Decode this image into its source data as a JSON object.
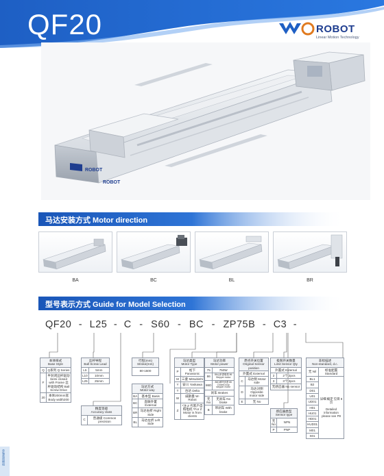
{
  "header": {
    "model": "QF20",
    "brand": "ROBOT",
    "brand_tagline": "Linear Motion Technology",
    "accent_color": "#1e64c8"
  },
  "sections": {
    "motor_direction": "马达安装方式  Motor direction",
    "model_guide": "型号表示方式  Guide for Model Selection"
  },
  "directions": [
    {
      "label": "BA"
    },
    {
      "label": "BC"
    },
    {
      "label": "BL"
    },
    {
      "label": "BR"
    }
  ],
  "model_code": {
    "parts": [
      "QF20",
      "-",
      "L25",
      "-",
      "C",
      "-",
      "S60",
      "-",
      "BC",
      "-",
      "ZP75B",
      "-",
      "C3",
      "-"
    ]
  },
  "tables": {
    "body_style": {
      "header": [
        "本体样式",
        "Base   Style"
      ],
      "rows": [
        {
          "k": "Q",
          "v": "Q系列 Q Series"
        },
        {
          "k": "F",
          "v": "半封闭丝杆驱动 Semi closed with Frame 丝杆驱动结构 Ball Screw Drive"
        },
        {
          "k": "20",
          "v": "本体200mm宽 Body width200"
        }
      ]
    },
    "ball_screw": {
      "header": [
        "丝杆导程",
        "Ball Screw Lead"
      ],
      "rows": [
        {
          "k": "L5",
          "v": "5mm"
        },
        {
          "k": "L10",
          "v": "10mm"
        },
        {
          "k": "L25",
          "v": "25mm"
        }
      ]
    },
    "accuracy": {
      "header": [
        "精度等级",
        "Accuracy class"
      ],
      "rows": [
        {
          "k": "C",
          "v": "普通级 Common precision"
        }
      ]
    },
    "stroke": {
      "header": [
        "行程(mm)",
        "Stroke(mm)"
      ],
      "rows": [
        {
          "v": "80-1500"
        }
      ]
    },
    "motor_way": {
      "header": [
        "马达方式",
        "Motor way"
      ],
      "rows": [
        {
          "k": "BA",
          "v": "基本型 Basis"
        },
        {
          "k": "BC",
          "v": "直联外置 External"
        },
        {
          "k": "BR",
          "v": "马达右折 Right Side"
        },
        {
          "k": "BL",
          "v": "马达左折 Left Side"
        }
      ]
    },
    "motor_type": {
      "header": [
        "马达类型",
        "Motor Type"
      ],
      "rows": [
        {
          "k": "P",
          "v": "松下 Panasonic"
        },
        {
          "k": "M",
          "v": "三菱 Mitsubishi"
        },
        {
          "k": "Y",
          "v": "安川 Yaskawa"
        },
        {
          "k": "T",
          "v": "台达 Delta"
        },
        {
          "k": "W",
          "v": "威斯曼 W-Robot"
        },
        {
          "k": "Z",
          "v": "*注:Z 代客户自购电机 *For Z Motor is from clients"
        }
      ]
    },
    "motor_power": {
      "header": [
        "马达功率",
        "Motor power"
      ],
      "rows": [
        {
          "k": "75",
          "v": "750W"
        },
        {
          "k": "86",
          "v": "86以步进电机 86 Stepper motor"
        },
        {
          "k": "86D",
          "v": "86D闭环步进 86 Closed-loop stepper motor"
        },
        {
          "k": "",
          "v": "刹车 Brakes"
        },
        {
          "k": "无 No",
          "v": "无刹车 No brake"
        },
        {
          "k": "B",
          "v": "带刹车 With brake"
        }
      ]
    },
    "original_sensor": {
      "header": [
        "原点开关位置",
        "Original Sensor position"
      ],
      "sub": "外置式 External",
      "rows": [
        {
          "k": "C",
          "v": "马达侧 Motor side"
        },
        {
          "k": "D",
          "v": "马达对侧 Opposite motor side"
        },
        {
          "k": "E",
          "v": "无 No"
        }
      ]
    },
    "limit_sensor": {
      "header": [
        "极限开关数量",
        "Limit Sensor Qty"
      ],
      "sub": "外置式 External",
      "rows": [
        {
          "k": "2",
          "v": "2个 2pcs"
        },
        {
          "k": "3",
          "v": "3个 3pcs"
        },
        {
          "k": "",
          "v": "无感应器 No sensor"
        }
      ]
    },
    "sensor_type": {
      "header": [
        "感应器类型",
        "Sensor type"
      ],
      "rows": [
        {
          "k": "无 No",
          "v": "NPN"
        },
        {
          "k": "P",
          "v": "PNP"
        }
      ]
    },
    "non_standard": {
      "header": [
        "非标描述",
        "Non-standard, d.c."
      ],
      "rows": [
        {
          "k": "无 Nil",
          "v": "标准配置 Standard"
        },
        {
          "k": "BL1",
          "v": ""
        },
        {
          "k": "B2",
          "v": ""
        },
        {
          "k": "D01",
          "v": "详细 概定 见目 8页"
        },
        {
          "k": "U01",
          "v": ""
        },
        {
          "k": "UD01",
          "v": ""
        },
        {
          "k": "H01",
          "v": ""
        },
        {
          "k": "HU01",
          "v": "Detailed information please see P8"
        },
        {
          "k": "HD01",
          "v": ""
        },
        {
          "k": "HUD01",
          "v": ""
        },
        {
          "k": "M01",
          "v": ""
        },
        {
          "k": "S01",
          "v": ""
        }
      ]
    }
  },
  "side_tab": "单轴直线模组"
}
